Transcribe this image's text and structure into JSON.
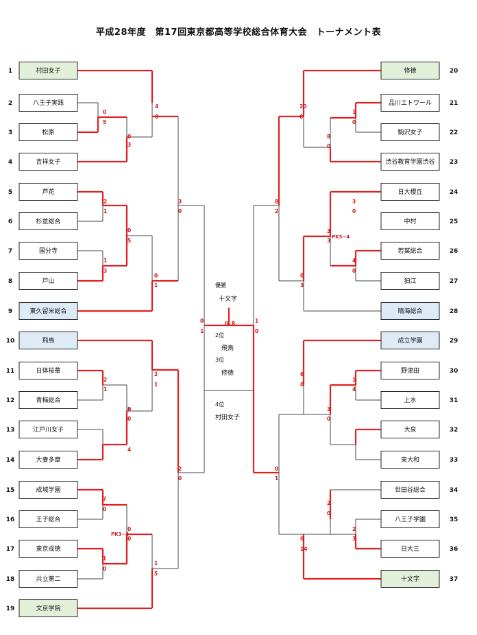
{
  "title": "平成28年度　第17回東京都高等学校総合体育大会　トーナメント表",
  "colors": {
    "winner_line": "#e02020",
    "loser_line": "#444444",
    "seed_green": "#e2efd9",
    "seed_blue": "#deebf7",
    "plain": "#ffffff"
  },
  "teams": [
    {
      "no": "1",
      "name": "村田女子",
      "fill": "green"
    },
    {
      "no": "2",
      "name": "八王子実践",
      "fill": "plain"
    },
    {
      "no": "3",
      "name": "松原",
      "fill": "plain"
    },
    {
      "no": "4",
      "name": "吉祥女子",
      "fill": "plain"
    },
    {
      "no": "5",
      "name": "芦花",
      "fill": "plain"
    },
    {
      "no": "6",
      "name": "杉並総合",
      "fill": "plain"
    },
    {
      "no": "7",
      "name": "国分寺",
      "fill": "plain"
    },
    {
      "no": "8",
      "name": "戸山",
      "fill": "plain"
    },
    {
      "no": "9",
      "name": "東久留米総合",
      "fill": "blue"
    },
    {
      "no": "10",
      "name": "飛鳥",
      "fill": "blue"
    },
    {
      "no": "11",
      "name": "日体桜華",
      "fill": "plain"
    },
    {
      "no": "12",
      "name": "青梅総合",
      "fill": "plain"
    },
    {
      "no": "13",
      "name": "江戸川女子",
      "fill": "plain"
    },
    {
      "no": "14",
      "name": "大妻多摩",
      "fill": "plain"
    },
    {
      "no": "15",
      "name": "成城学園",
      "fill": "plain"
    },
    {
      "no": "16",
      "name": "王子総合",
      "fill": "plain"
    },
    {
      "no": "17",
      "name": "東京成徳",
      "fill": "plain"
    },
    {
      "no": "18",
      "name": "共立第二",
      "fill": "plain"
    },
    {
      "no": "19",
      "name": "文京学院",
      "fill": "green"
    },
    {
      "no": "20",
      "name": "修徳",
      "fill": "green"
    },
    {
      "no": "21",
      "name": "品川エトワール",
      "fill": "plain"
    },
    {
      "no": "22",
      "name": "駒沢女子",
      "fill": "plain"
    },
    {
      "no": "23",
      "name": "渋谷教育学園渋谷",
      "fill": "plain"
    },
    {
      "no": "24",
      "name": "日大櫻丘",
      "fill": "plain"
    },
    {
      "no": "25",
      "name": "中村",
      "fill": "plain"
    },
    {
      "no": "26",
      "name": "若葉総合",
      "fill": "plain"
    },
    {
      "no": "27",
      "name": "狛江",
      "fill": "plain"
    },
    {
      "no": "28",
      "name": "晴海総合",
      "fill": "blue"
    },
    {
      "no": "29",
      "name": "成立学園",
      "fill": "blue"
    },
    {
      "no": "30",
      "name": "野津田",
      "fill": "plain"
    },
    {
      "no": "31",
      "name": "上水",
      "fill": "plain"
    },
    {
      "no": "32",
      "name": "大泉",
      "fill": "plain"
    },
    {
      "no": "33",
      "name": "東大和",
      "fill": "plain"
    },
    {
      "no": "34",
      "name": "世田谷総合",
      "fill": "plain"
    },
    {
      "no": "35",
      "name": "八王子学園",
      "fill": "plain"
    },
    {
      "no": "36",
      "name": "日大三",
      "fill": "plain"
    },
    {
      "no": "37",
      "name": "十文字",
      "fill": "green"
    }
  ],
  "scores": [
    "0",
    "5",
    "0",
    "3",
    "4",
    "0",
    "2",
    "1",
    "1",
    "3",
    "0",
    "5",
    "0",
    "1",
    "3",
    "0",
    "2",
    "1",
    "0",
    "4",
    "2",
    "1",
    "3",
    "0",
    "7",
    "0",
    "1",
    "0",
    "0",
    "0",
    "1",
    "5",
    "2",
    "0",
    "0",
    "1",
    "1",
    "0",
    "0",
    "8",
    "20",
    "0",
    "8",
    "0",
    "1",
    "0",
    "3",
    "3",
    "0",
    "3",
    "8",
    "2",
    "3",
    "0",
    "4",
    "0",
    "3",
    "0",
    "6",
    "0",
    "2",
    "0",
    "2",
    "3",
    "0",
    "14",
    "0",
    "1",
    "1",
    "4",
    "0",
    "3"
  ],
  "pk_marks": [
    "PK3−4",
    "PK3−4"
  ],
  "results": {
    "champion_label": "優勝",
    "champion": "十文字",
    "second_label": "2位",
    "second": "飛鳥",
    "third_label": "3位",
    "third": "修徳",
    "fourth_label": "4位",
    "fourth": "村田女子"
  }
}
